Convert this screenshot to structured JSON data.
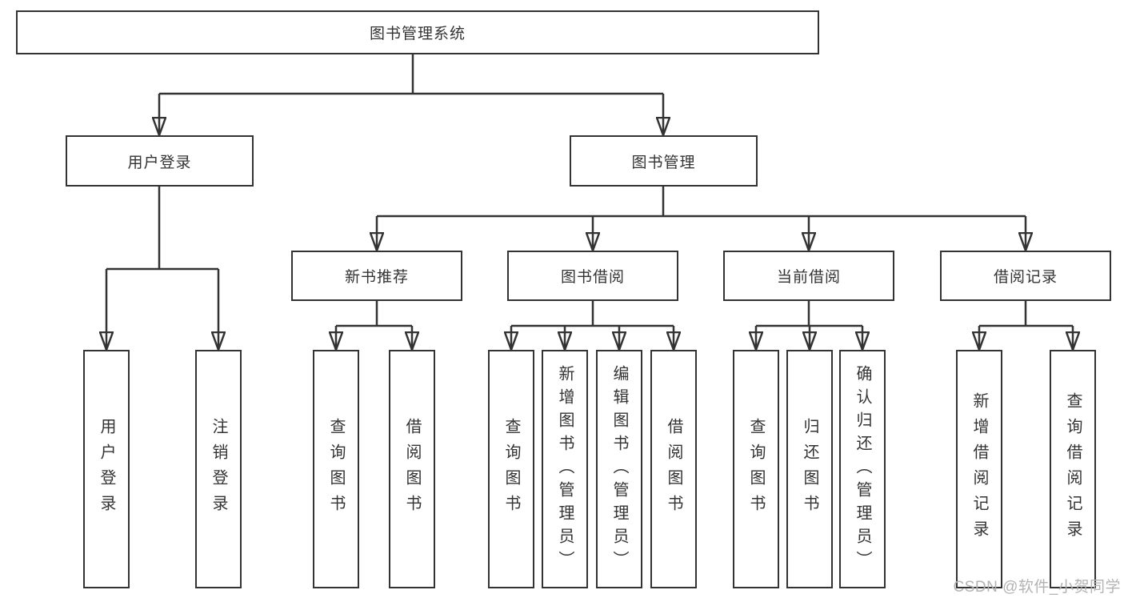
{
  "diagram_title": "图书管理系统",
  "branches": {
    "user_login": "用户登录",
    "book_management": "图书管理"
  },
  "modules": {
    "new_book_recommend": "新书推荐",
    "book_borrow": "图书借阅",
    "current_borrow": "当前借阅",
    "borrow_records": "借阅记录"
  },
  "leaves": {
    "user_login": "用户登录",
    "logout": "注销登录",
    "recommend_query_books": "查询图书",
    "recommend_borrow_books": "借阅图书",
    "borrow_query_books": "查询图书",
    "borrow_add_books": "新增图书（管理员）",
    "borrow_edit_books": "编辑图书（管理员）",
    "borrow_borrow_books": "借阅图书",
    "current_query_books": "查询图书",
    "current_return_books": "归还图书",
    "current_confirm_return": "确认归还（管理员）",
    "records_add": "新增借阅记录",
    "records_query": "查询借阅记录"
  },
  "watermark": "CSDN @软件_小贺同学",
  "colors": {
    "line": "#333333",
    "text": "#333333",
    "background": "#ffffff",
    "watermark": "#b3b3b3"
  }
}
